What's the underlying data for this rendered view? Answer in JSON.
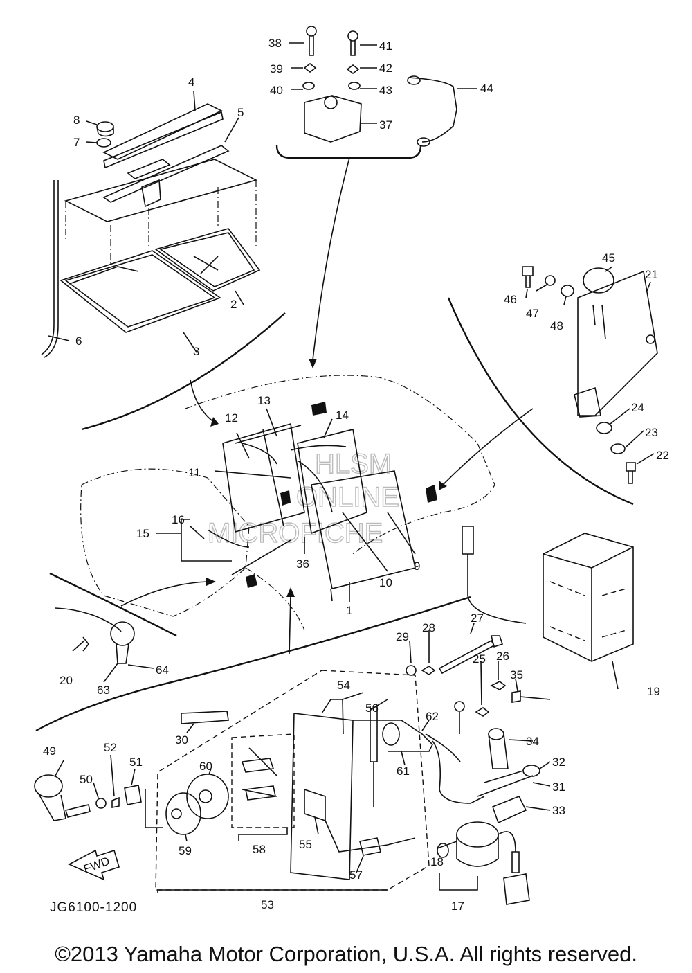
{
  "drawing_number": "JG6100-1200",
  "copyright": "©2013 Yamaha Motor Corporation, U.S.A. All rights reserved.",
  "watermark": [
    "HLSM",
    "ONLINE",
    "MICROFICHE"
  ],
  "direction_arrow_text": "FWD",
  "callouts": {
    "p1": "1",
    "p2": "2",
    "p3": "3",
    "p4": "4",
    "p5": "5",
    "p6": "6",
    "p7": "7",
    "p8": "8",
    "p9": "9",
    "p10": "10",
    "p11": "11",
    "p12": "12",
    "p13": "13",
    "p14": "14",
    "p15": "15",
    "p16": "16",
    "p17": "17",
    "p18": "18",
    "p19": "19",
    "p20": "20",
    "p21": "21",
    "p22": "22",
    "p23": "23",
    "p24": "24",
    "p25": "25",
    "p26": "26",
    "p27": "27",
    "p28": "28",
    "p29": "29",
    "p30": "30",
    "p31": "31",
    "p32": "32",
    "p33": "33",
    "p34": "34",
    "p35": "35",
    "p36": "36",
    "p37": "37",
    "p38": "38",
    "p39": "39",
    "p40": "40",
    "p41": "41",
    "p42": "42",
    "p43": "43",
    "p44": "44",
    "p45": "45",
    "p46": "46",
    "p47": "47",
    "p48": "48",
    "p49": "49",
    "p50": "50",
    "p51": "51",
    "p52": "52",
    "p53": "53",
    "p54": "54",
    "p55": "55",
    "p56": "56",
    "p57": "57",
    "p58": "58",
    "p59": "59",
    "p60": "60",
    "p61": "61",
    "p62": "62",
    "p63": "63",
    "p64": "64"
  }
}
